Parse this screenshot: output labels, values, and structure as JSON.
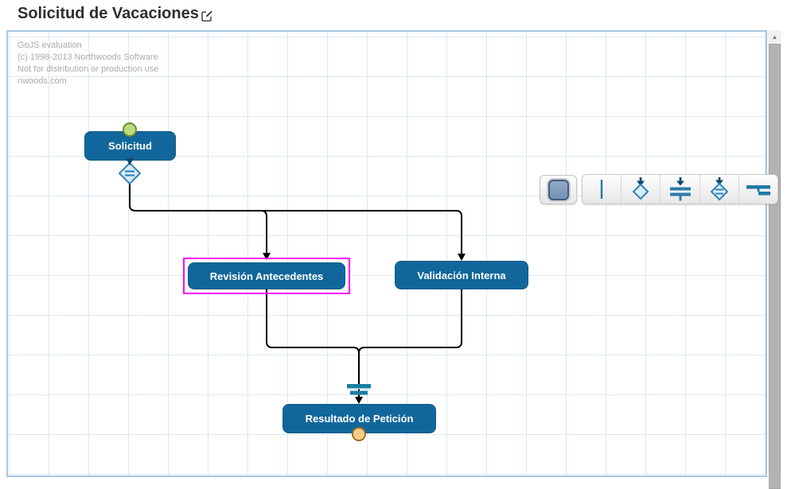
{
  "header": {
    "title": "Solicitud de Vacaciones",
    "edit_icon": "edit-pencil-icon"
  },
  "canvas": {
    "watermark": [
      "GoJS evaluation",
      "(c) 1998-2013 Northwoods Software",
      "Not for distribution or production use",
      "nwoods.com"
    ],
    "nodes": [
      {
        "label": "Solicitud",
        "selected": false,
        "adornments": [
          "start-event-circle",
          "gateway-diamond-lines-icon"
        ]
      },
      {
        "label": "Revisión Antecedentes",
        "selected": true,
        "adornments": []
      },
      {
        "label": "Validación Interna",
        "selected": false,
        "adornments": []
      },
      {
        "label": "Resultado de Petición",
        "selected": false,
        "adornments": [
          "join-bars-icon",
          "end-event-circle"
        ]
      }
    ],
    "links": [
      {
        "from": "Solicitud",
        "to": "Revisión Antecedentes"
      },
      {
        "from": "Solicitud",
        "to": "Validación Interna"
      },
      {
        "from": "Revisión Antecedentes",
        "to": "Resultado de Petición"
      },
      {
        "from": "Validación Interna",
        "to": "Resultado de Petición"
      }
    ]
  },
  "palette": {
    "items": [
      {
        "icon": "rounded-square-node-icon"
      },
      {
        "icon": "vertical-line-icon"
      },
      {
        "icon": "gateway-diamond-icon"
      },
      {
        "icon": "merge-bars-icon"
      },
      {
        "icon": "gateway-diamond-lines-icon"
      },
      {
        "icon": "join-bars-icon"
      }
    ]
  },
  "scrollbar": {
    "up_arrow": "▲"
  },
  "colors": {
    "node_fill": "#11679B",
    "selection": "#FF00FF",
    "link": "#000000",
    "grid_line": "#DDE8F3",
    "canvas_border": "#A9C6E2",
    "accent_blue": "#2679A8",
    "icon_dark_arrow": "#0D4A70",
    "start_fill": "#BDDA7E",
    "start_stroke": "#6C8F2A",
    "end_fill": "#F8CC8B",
    "end_stroke": "#9C7220",
    "watermark_text": "#ABABAB"
  }
}
